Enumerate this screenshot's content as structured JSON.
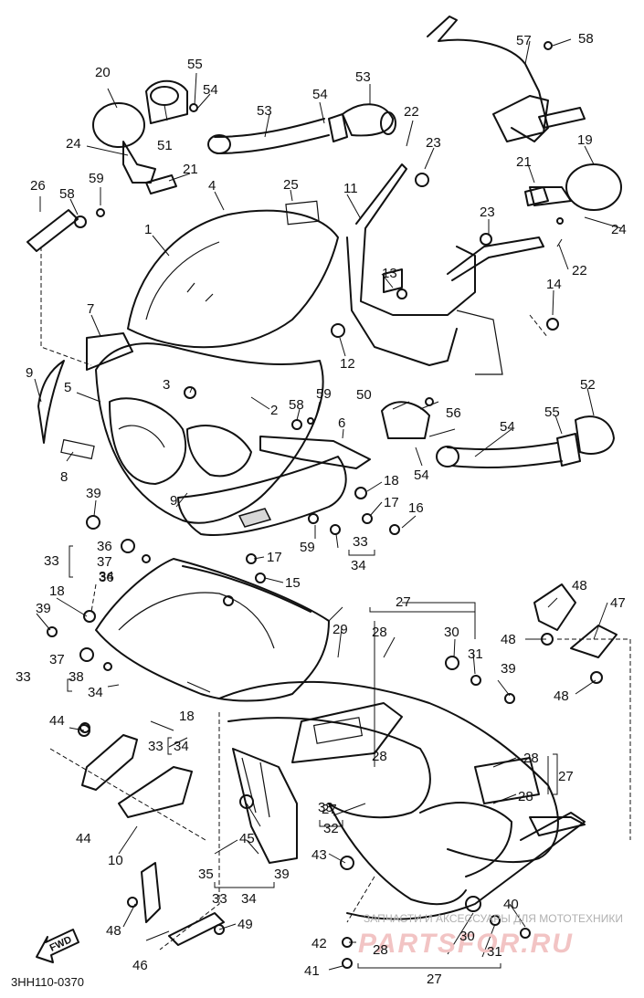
{
  "diagram_code": "3HH110-0370",
  "forward_marker": "FWD",
  "watermark": {
    "caption": "ЗАПЧАСТИ И АКСЕССУАРЫ ДЛЯ МОТОТЕХНИКИ",
    "brand": "PARTSFOR.RU"
  },
  "part_labels": [
    "1",
    "2",
    "3",
    "4",
    "5",
    "6",
    "7",
    "8",
    "9",
    "9",
    "10",
    "11",
    "12",
    "13",
    "14",
    "15",
    "16",
    "17",
    "17",
    "18",
    "18",
    "18",
    "19",
    "20",
    "21",
    "21",
    "22",
    "22",
    "23",
    "23",
    "24",
    "24",
    "25",
    "26",
    "27",
    "27",
    "27",
    "27",
    "28",
    "28",
    "28",
    "28",
    "28",
    "29",
    "30",
    "30",
    "31",
    "31",
    "32",
    "33",
    "33",
    "33",
    "33",
    "33",
    "33",
    "34",
    "34",
    "34",
    "34",
    "34",
    "35",
    "36",
    "36",
    "37",
    "37",
    "38",
    "39",
    "39",
    "39",
    "39",
    "40",
    "41",
    "42",
    "43",
    "44",
    "44",
    "45",
    "46",
    "47",
    "48",
    "48",
    "48",
    "48",
    "49",
    "50",
    "51",
    "52",
    "53",
    "53",
    "54",
    "54",
    "54",
    "54",
    "55",
    "55",
    "56",
    "57",
    "58",
    "58",
    "58",
    "59",
    "59",
    "59"
  ]
}
